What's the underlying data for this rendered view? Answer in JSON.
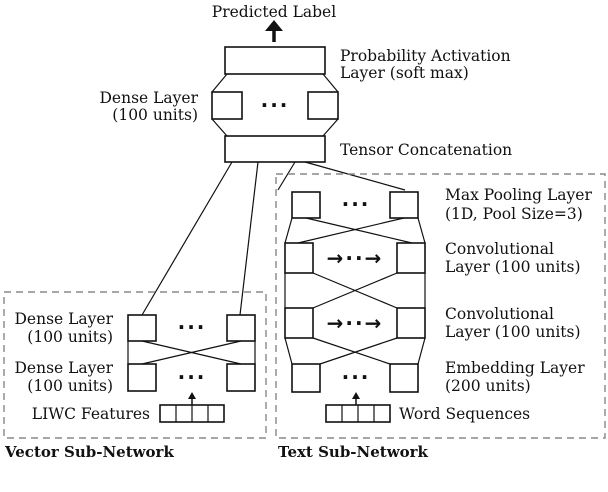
{
  "top": {
    "predicted_label": "Predicted Label",
    "prob_line1": "Probability Activation",
    "prob_line2": "Layer (soft max)",
    "dense_line1": "Dense Layer",
    "dense_line2": "(100 units)",
    "concat": "Tensor Concatenation"
  },
  "text_net": {
    "title": "Text Sub-Network",
    "maxpool_line1": "Max Pooling Layer",
    "maxpool_line2": "(1D, Pool Size=3)",
    "conv1_line1": "Convolutional",
    "conv1_line2": "Layer (100 units)",
    "conv2_line1": "Convolutional",
    "conv2_line2": "Layer (100 units)",
    "embed_line1": "Embedding Layer",
    "embed_line2": "(200 units)",
    "input": "Word Sequences"
  },
  "vector_net": {
    "title": "Vector Sub-Network",
    "dense1_line1": "Dense Layer",
    "dense1_line2": "(100 units)",
    "dense2_line1": "Dense Layer",
    "dense2_line2": "(100 units)",
    "input": "LIWC Features"
  },
  "ellipsis": "···",
  "arrow_ellipsis": "→··→"
}
